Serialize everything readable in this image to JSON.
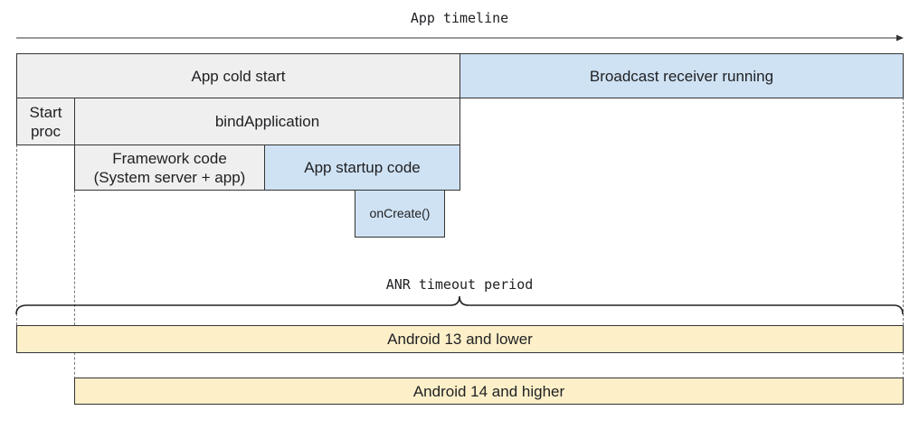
{
  "timeline": {
    "label": "App timeline"
  },
  "blocks": {
    "app_cold_start": "App cold start",
    "broadcast_receiver": "Broadcast receiver running",
    "start_proc_line1": "Start",
    "start_proc_line2": "proc",
    "bind_application": "bindApplication",
    "framework_code_line1": "Framework code",
    "framework_code_line2": "(System server + app)",
    "app_startup_code": "App startup code",
    "on_create": "onCreate()"
  },
  "anr": {
    "label": "ANR timeout period",
    "android_13": "Android 13 and lower",
    "android_14": "Android 14 and higher"
  },
  "colors": {
    "grey_block": "#efefef",
    "blue_block": "#cfe2f3",
    "yellow_block": "#fdf0c9",
    "border": "#333333"
  }
}
